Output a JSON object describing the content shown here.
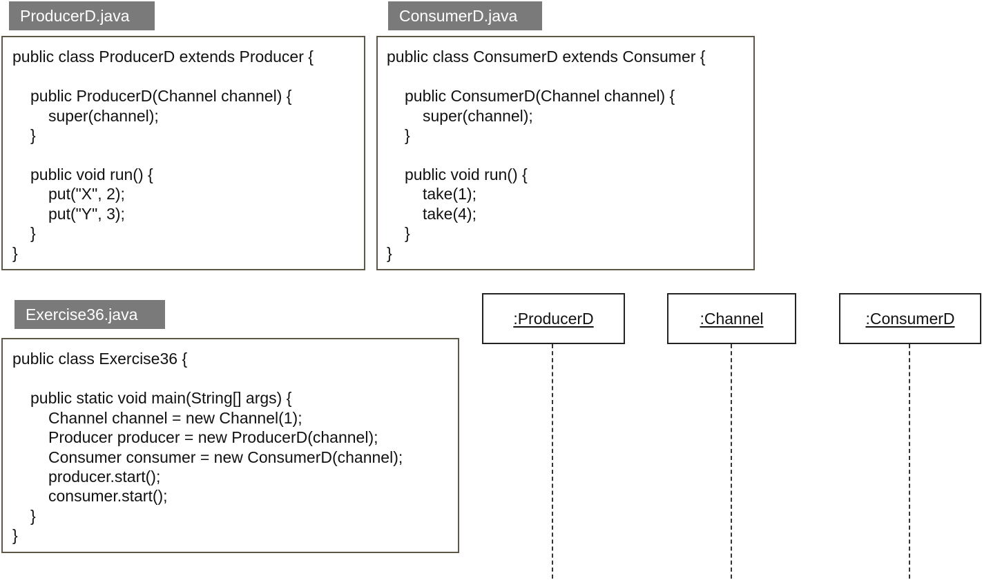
{
  "files": {
    "producer": {
      "tab_label": "ProducerD.java",
      "lines": [
        "public class ProducerD extends Producer {",
        "public ProducerD(Channel channel) {",
        "super(channel);",
        "}",
        "public void run() {",
        "put(\"X\", 2);",
        "put(\"Y\", 3);",
        "}",
        "}"
      ]
    },
    "consumer": {
      "tab_label": "ConsumerD.java",
      "lines": [
        "public class ConsumerD extends Consumer {",
        "public ConsumerD(Channel channel) {",
        "super(channel);",
        "}",
        "public void run() {",
        "take(1);",
        "take(4);",
        "}",
        "}"
      ]
    },
    "exercise": {
      "tab_label": "Exercise36.java",
      "lines": [
        "public class Exercise36 {",
        "public static void main(String[] args) {",
        "Channel channel = new Channel(1);",
        "Producer producer = new ProducerD(channel);",
        "Consumer consumer = new ConsumerD(channel);",
        "producer.start();",
        "consumer.start();",
        "}",
        "}"
      ]
    }
  },
  "sequence": {
    "lifelines": [
      {
        "name": ":ProducerD"
      },
      {
        "name": ":Channel"
      },
      {
        "name": ":ConsumerD"
      }
    ]
  },
  "colors": {
    "tab_background": "#7a7a7a",
    "box_border": "#5b5646",
    "text": "#111111"
  }
}
